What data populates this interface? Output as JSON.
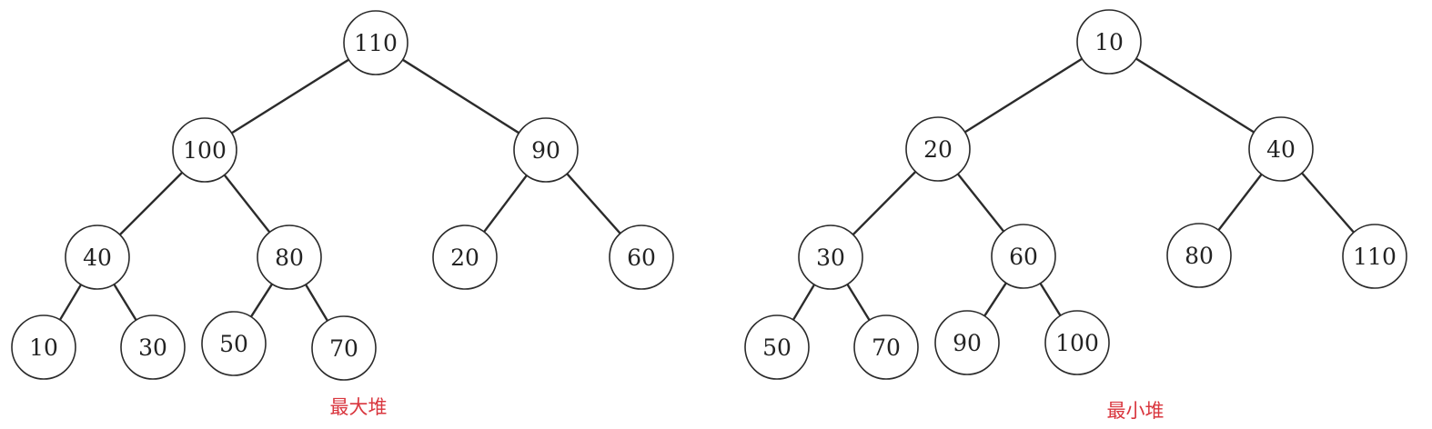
{
  "colors": {
    "caption": "#d9363e",
    "stroke": "#2b2b2b",
    "text": "#222222"
  },
  "heaps": [
    {
      "caption": "最大堆",
      "nodes": [
        {
          "id": "root",
          "value": "110"
        },
        {
          "id": "l",
          "value": "100",
          "parent": "root"
        },
        {
          "id": "r",
          "value": "90",
          "parent": "root"
        },
        {
          "id": "ll",
          "value": "40",
          "parent": "l"
        },
        {
          "id": "lr",
          "value": "80",
          "parent": "l"
        },
        {
          "id": "rl",
          "value": "20",
          "parent": "r"
        },
        {
          "id": "rr",
          "value": "60",
          "parent": "r"
        },
        {
          "id": "lll",
          "value": "10",
          "parent": "ll"
        },
        {
          "id": "llr",
          "value": "30",
          "parent": "ll"
        },
        {
          "id": "lrl",
          "value": "50",
          "parent": "lr"
        },
        {
          "id": "lrr",
          "value": "70",
          "parent": "lr"
        }
      ]
    },
    {
      "caption": "最小堆",
      "nodes": [
        {
          "id": "root",
          "value": "10"
        },
        {
          "id": "l",
          "value": "20",
          "parent": "root"
        },
        {
          "id": "r",
          "value": "40",
          "parent": "root"
        },
        {
          "id": "ll",
          "value": "30",
          "parent": "l"
        },
        {
          "id": "lr",
          "value": "60",
          "parent": "l"
        },
        {
          "id": "rl",
          "value": "80",
          "parent": "r"
        },
        {
          "id": "rr",
          "value": "110",
          "parent": "r"
        },
        {
          "id": "lll",
          "value": "50",
          "parent": "ll"
        },
        {
          "id": "llr",
          "value": "70",
          "parent": "ll"
        },
        {
          "id": "lrl",
          "value": "90",
          "parent": "lr"
        },
        {
          "id": "lrr",
          "value": "100",
          "parent": "lr"
        }
      ]
    }
  ]
}
